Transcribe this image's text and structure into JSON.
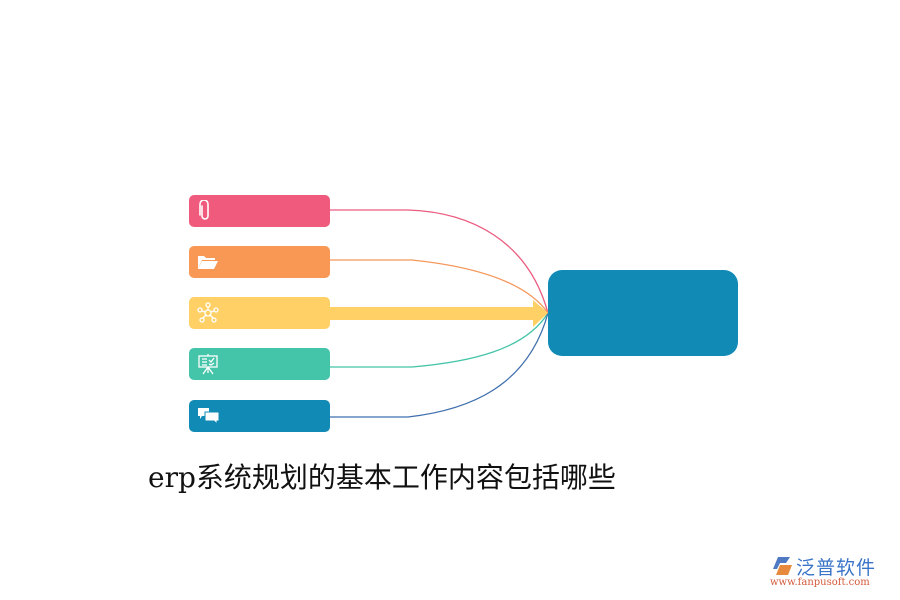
{
  "diagram": {
    "title": "erp系统规划的基本工作内容包括哪些",
    "center_node": {
      "label": "",
      "color": "#118bb5"
    },
    "branches": [
      {
        "label": "",
        "icon": "paperclip-icon",
        "color": "#f05b7d",
        "line_color": "#ea5b7f"
      },
      {
        "label": "",
        "icon": "folder-open-icon",
        "color": "#f99754",
        "line_color": "#f5975a"
      },
      {
        "label": "",
        "icon": "network-icon",
        "color": "#ffd066",
        "line_color": "#ffd066",
        "emphasized": true
      },
      {
        "label": "",
        "icon": "presentation-board-icon",
        "color": "#44c4a8",
        "line_color": "#44c4a8"
      },
      {
        "label": "",
        "icon": "chat-bubbles-icon",
        "color": "#118bb5",
        "line_color": "#3f6fad"
      }
    ]
  },
  "watermark": {
    "brand": "泛普软件",
    "url": "www.fanpusoft.com"
  }
}
